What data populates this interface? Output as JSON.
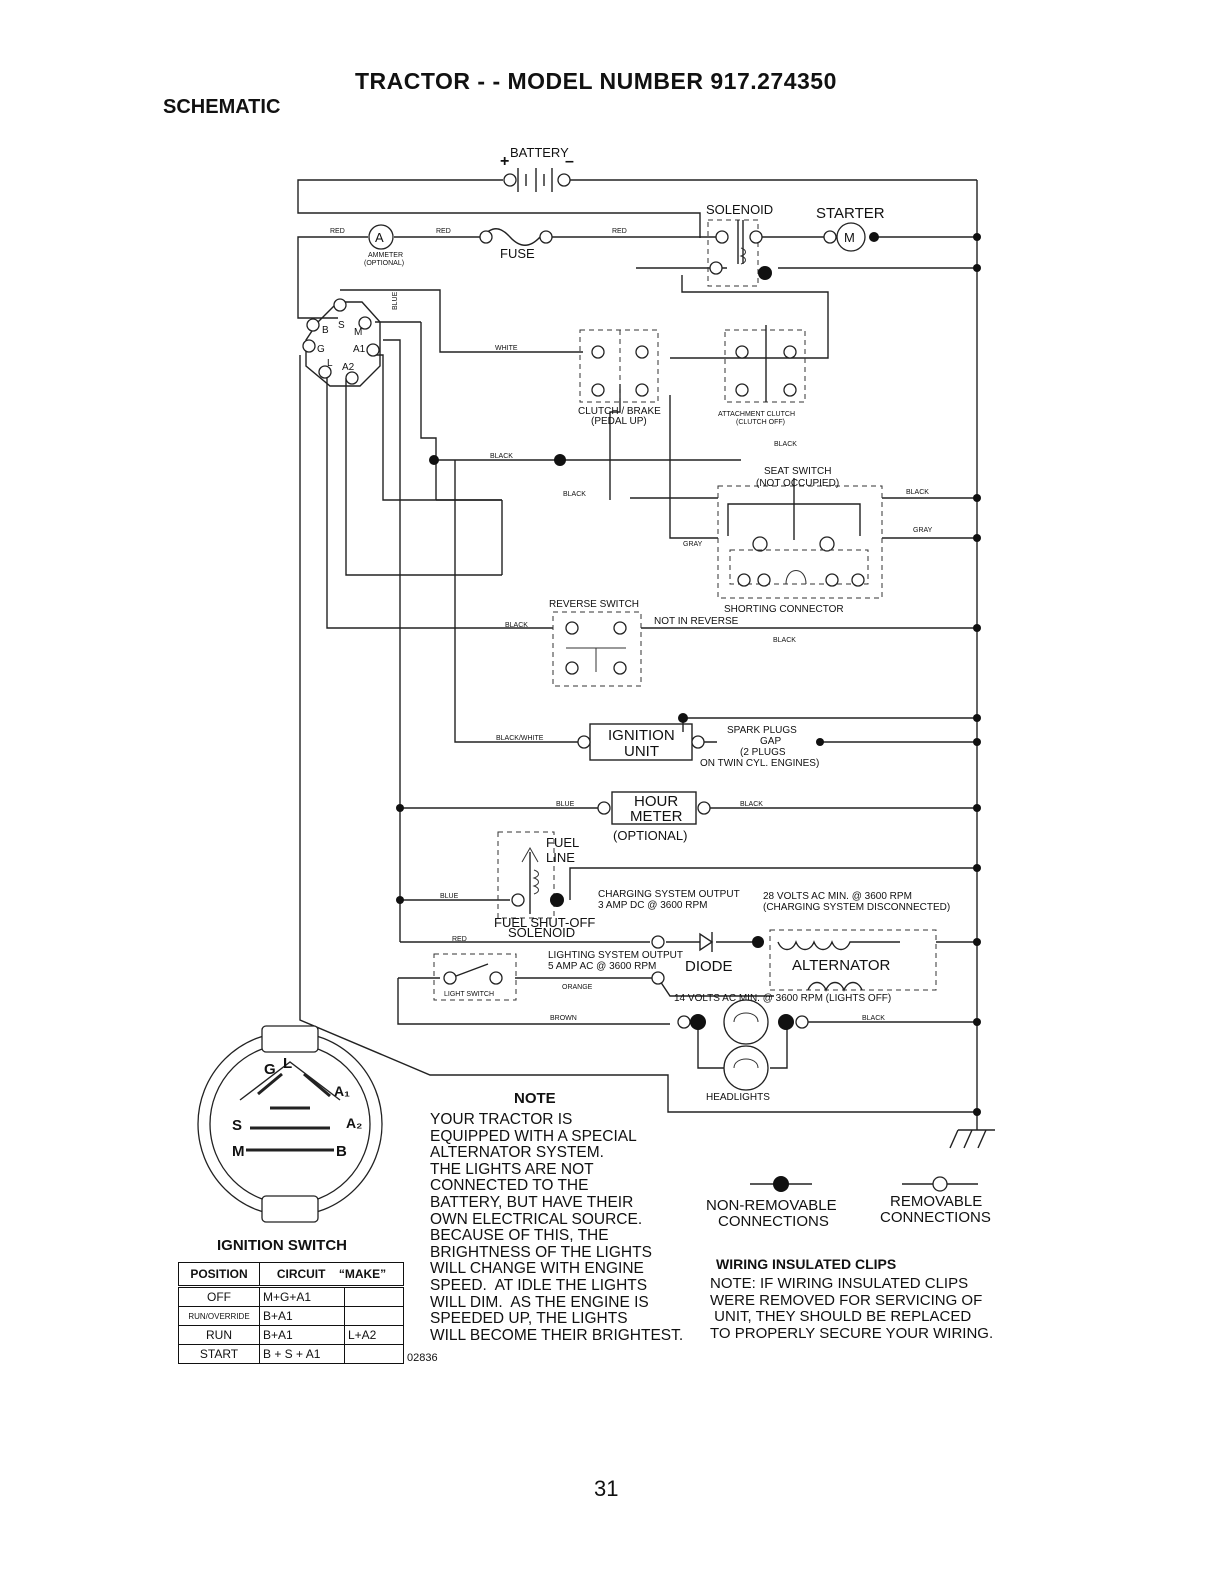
{
  "header": {
    "title": "TRACTOR - - MODEL NUMBER  917.274350",
    "subtitle": "SCHEMATIC"
  },
  "labels": {
    "battery": "BATTERY",
    "battery_plus": "+",
    "battery_minus": "–",
    "solenoid": "SOLENOID",
    "starter": "STARTER",
    "starter_m": "M",
    "ammeter_a": "A",
    "ammeter": "AMMETER",
    "ammeter_opt": "(OPTIONAL)",
    "fuse": "FUSE",
    "red1": "RED",
    "red2": "RED",
    "red3": "RED",
    "red4": "RED",
    "white": "WHITE",
    "blue_v": "BLUE",
    "clutch_brake": "CLUTCH / BRAKE",
    "clutch_brake_sub": "(PEDAL UP)",
    "attachment_clutch": "ATTACHMENT CLUTCH",
    "attachment_clutch_sub": "(CLUTCH OFF)",
    "black1": "BLACK",
    "black2": "BLACK",
    "black3": "BLACK",
    "black4": "BLACK",
    "black5": "BLACK",
    "black6": "BLACK",
    "black7": "BLACK",
    "black8": "BLACK",
    "seat_switch": "SEAT SWITCH",
    "seat_switch_sub": "(NOT OCCUPIED)",
    "gray1": "GRAY",
    "gray2": "GRAY",
    "shorting_connector": "SHORTING CONNECTOR",
    "reverse_switch": "REVERSE SWITCH",
    "not_in_reverse": "NOT IN REVERSE",
    "black_white": "BLACK/WHITE",
    "ignition_unit_1": "IGNITION",
    "ignition_unit_2": "UNIT",
    "spark_plugs": "SPARK PLUGS",
    "gap": "GAP",
    "two_plugs": "(2 PLUGS",
    "twin_cyl": "ON TWIN CYL. ENGINES)",
    "blue1": "BLUE",
    "blue2": "BLUE",
    "hour_meter_1": "HOUR",
    "hour_meter_2": "METER",
    "hour_meter_opt": "(OPTIONAL)",
    "fuel": "FUEL",
    "line": "LINE",
    "fuel_shutoff": "FUEL SHUT-OFF",
    "fuel_solenoid": "SOLENOID",
    "charging_output": "CHARGING SYSTEM OUTPUT",
    "charging_output_sub": "3 AMP DC @ 3600 RPM",
    "volts28": "28 VOLTS AC MIN. @ 3600 RPM",
    "volts28_sub": "(CHARGING SYSTEM DISCONNECTED)",
    "lighting_output": "LIGHTING SYSTEM OUTPUT",
    "lighting_output_sub": "5 AMP AC @ 3600 RPM",
    "diode": "DIODE",
    "alternator": "ALTERNATOR",
    "light_switch": "LIGHT SWITCH",
    "orange": "ORANGE",
    "volts14": "14 VOLTS AC MIN. @ 3600 RPM (LIGHTS OFF)",
    "brown": "BROWN",
    "headlights": "HEADLIGHTS",
    "non_removable_1": "NON-REMOVABLE",
    "non_removable_2": "CONNECTIONS",
    "removable_1": "REMOVABLE",
    "removable_2": "CONNECTIONS",
    "term_b": "B",
    "term_s": "S",
    "term_m": "M",
    "term_g": "G",
    "term_l": "L",
    "term_a1": "A1",
    "term_a2": "A2",
    "sw_g": "G",
    "sw_l": "L",
    "sw_a1": "A₁",
    "sw_a2": "A₂",
    "sw_s": "S",
    "sw_m": "M",
    "sw_b": "B"
  },
  "note": {
    "heading": "NOTE",
    "body": "YOUR TRACTOR IS\nEQUIPPED WITH A SPECIAL\nALTERNATOR SYSTEM.\nTHE LIGHTS ARE NOT\nCONNECTED TO THE\nBATTERY, BUT HAVE THEIR\nOWN ELECTRICAL SOURCE.\nBECAUSE OF THIS, THE\nBRIGHTNESS OF THE LIGHTS\nWILL CHANGE WITH ENGINE\nSPEED.  AT IDLE THE LIGHTS\nWILL DIM.  AS THE ENGINE IS\nSPEEDED UP, THE LIGHTS\nWILL BECOME THEIR BRIGHTEST."
  },
  "wiring_clips": {
    "heading": "WIRING INSULATED CLIPS",
    "body": "NOTE: IF WIRING INSULATED CLIPS\nWERE REMOVED FOR SERVICING OF\n UNIT, THEY SHOULD BE REPLACED\nTO PROPERLY SECURE YOUR WIRING."
  },
  "ignition_switch": {
    "title": "IGNITION SWITCH",
    "headers": [
      "POSITION",
      "CIRCUIT",
      "“MAKE”"
    ],
    "rows": [
      {
        "position": "OFF",
        "circuit": "M+G+A1",
        "make": ""
      },
      {
        "position": "RUN/OVERRIDE",
        "circuit": "B+A1",
        "make": ""
      },
      {
        "position": "RUN",
        "circuit": "B+A1",
        "make": "L+A2"
      },
      {
        "position": "START",
        "circuit": "B + S + A1",
        "make": ""
      }
    ]
  },
  "drawing_number": "02836",
  "page_number": "31"
}
